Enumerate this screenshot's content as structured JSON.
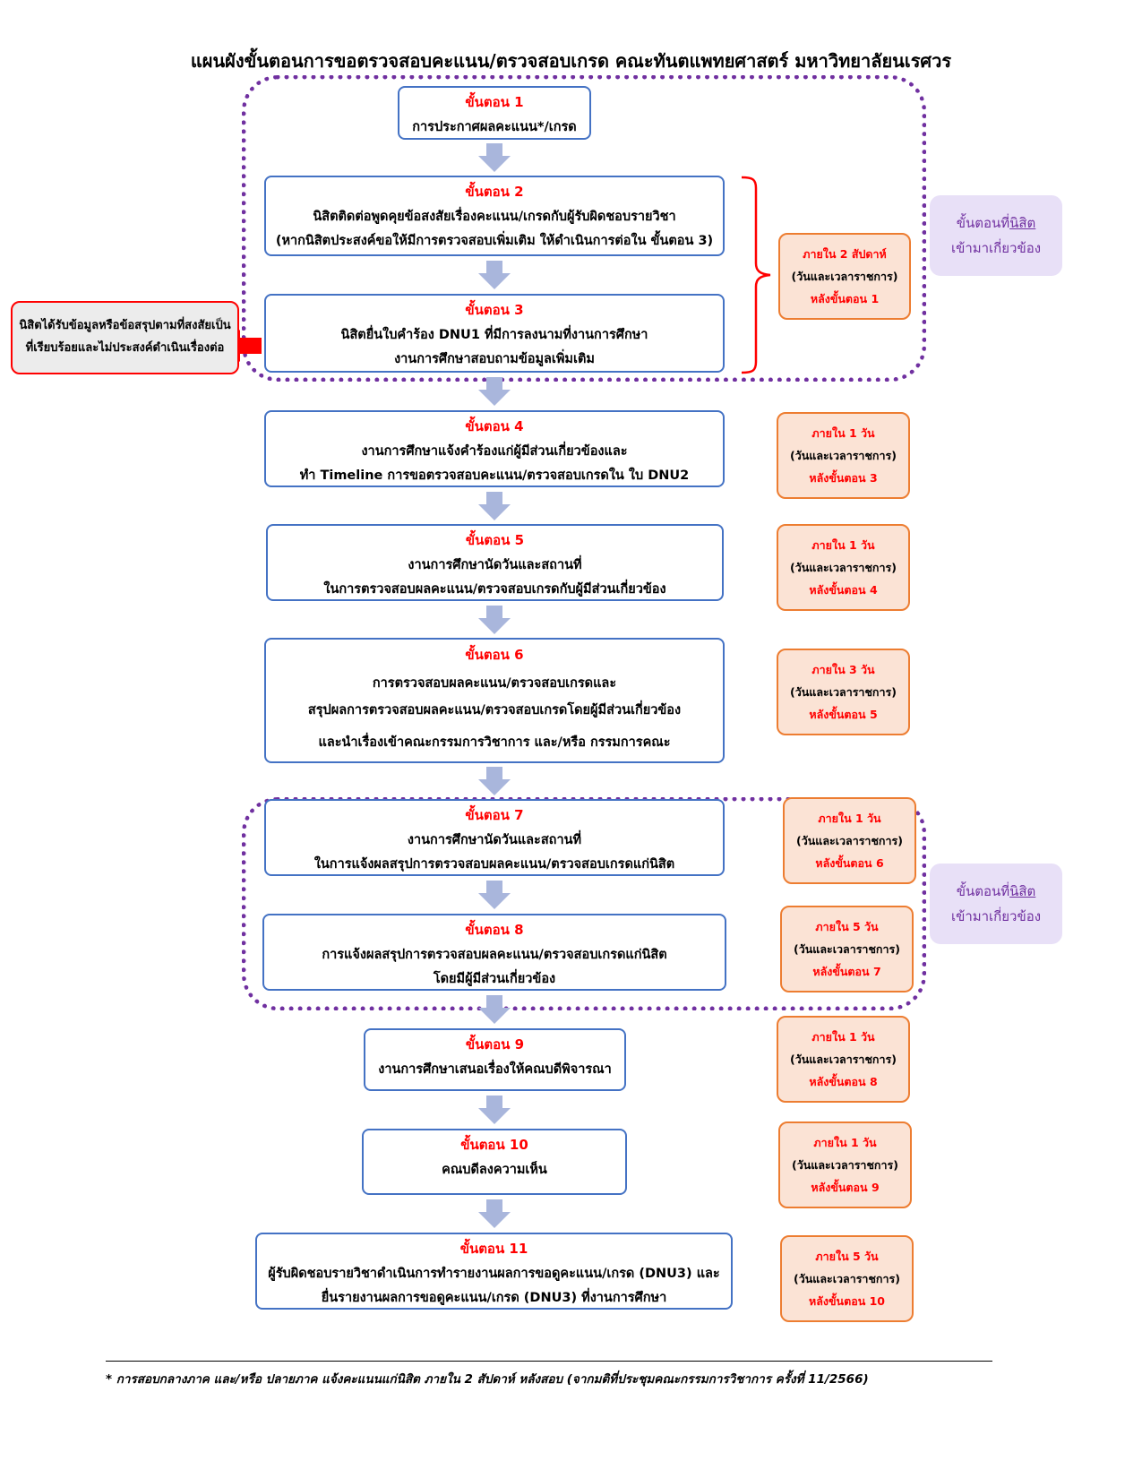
{
  "title": "แผนผังขั้นตอนการขอตรวจสอบคะแนน/ตรวจสอบเกรด คณะทันตแพทยศาสตร์ มหาวิทยาลัยนเรศวร",
  "steps": [
    {
      "label": "ขั้นตอน 1",
      "lines": [
        "การประกาศผลคะแนน*/เกรด"
      ]
    },
    {
      "label": "ขั้นตอน 2",
      "lines": [
        "นิสิตติดต่อพูดคุยข้อสงสัยเรื่องคะแนน/เกรดกับผู้รับผิดชอบรายวิชา",
        "(หากนิสิตประสงค์ขอให้มีการตรวจสอบเพิ่มเติม ให้ดำเนินการต่อใน ขั้นตอน 3)"
      ]
    },
    {
      "label": "ขั้นตอน 3",
      "lines": [
        "นิสิตยื่นใบคำร้อง DNU1 ที่มีการลงนามที่งานการศึกษา",
        "งานการศึกษาสอบถามข้อมูลเพิ่มเติม"
      ]
    },
    {
      "label": "ขั้นตอน 4",
      "lines": [
        "งานการศึกษาแจ้งคำร้องแก่ผู้มีส่วนเกี่ยวข้องและ",
        "ทำ Timeline การขอตรวจสอบคะแนน/ตรวจสอบเกรดใน ใบ DNU2"
      ]
    },
    {
      "label": "ขั้นตอน 5",
      "lines": [
        "งานการศึกษานัดวันและสถานที่",
        "ในการตรวจสอบผลคะแนน/ตรวจสอบเกรดกับผู้มีส่วนเกี่ยวข้อง"
      ]
    },
    {
      "label": "ขั้นตอน 6",
      "lines": [
        "การตรวจสอบผลคะแนน/ตรวจสอบเกรดและ",
        "สรุปผลการตรวจสอบผลคะแนน/ตรวจสอบเกรดโดยผู้มีส่วนเกี่ยวข้อง",
        "และนำเรื่องเข้าคณะกรรมการวิชาการ และ/หรือ กรรมการคณะ"
      ]
    },
    {
      "label": "ขั้นตอน 7",
      "lines": [
        "งานการศึกษานัดวันและสถานที่",
        "ในการแจ้งผลสรุปการตรวจสอบผลคะแนน/ตรวจสอบเกรดแก่นิสิต"
      ]
    },
    {
      "label": "ขั้นตอน 8",
      "lines": [
        "การแจ้งผลสรุปการตรวจสอบผลคะแนน/ตรวจสอบเกรดแก่นิสิต",
        "โดยมีผู้มีส่วนเกี่ยวข้อง"
      ]
    },
    {
      "label": "ขั้นตอน 9",
      "lines": [
        "งานการศึกษาเสนอเรื่องให้คณบดีพิจารณา"
      ]
    },
    {
      "label": "ขั้นตอน 10",
      "lines": [
        "คณบดีลงความเห็น"
      ]
    },
    {
      "label": "ขั้นตอน 11",
      "lines": [
        "ผู้รับผิดชอบรายวิชาดำเนินการทำรายงานผลการขอดูคะแนน/เกรด (DNU3) และ",
        "ยื่นรายงานผลการขอดูคะแนน/เกรด (DNU3) ที่งานการศึกษา"
      ]
    }
  ],
  "timeboxes": [
    {
      "within": "ภายใน 2 สัปดาห์",
      "note": "(วันและเวลาราชการ)",
      "after": "หลังขั้นตอน 1"
    },
    {
      "within": "ภายใน 1 วัน",
      "note": "(วันและเวลาราชการ)",
      "after": "หลังขั้นตอน 3"
    },
    {
      "within": "ภายใน 1 วัน",
      "note": "(วันและเวลาราชการ)",
      "after": "หลังขั้นตอน 4"
    },
    {
      "within": "ภายใน 3 วัน",
      "note": "(วันและเวลาราชการ)",
      "after": "หลังขั้นตอน 5"
    },
    {
      "within": "ภายใน 1 วัน",
      "note": "(วันและเวลาราชการ)",
      "after": "หลังขั้นตอน 6"
    },
    {
      "within": "ภายใน 5 วัน",
      "note": "(วันและเวลาราชการ)",
      "after": "หลังขั้นตอน 7"
    },
    {
      "within": "ภายใน 1 วัน",
      "note": "(วันและเวลาราชการ)",
      "after": "หลังขั้นตอน 8"
    },
    {
      "within": "ภายใน 1 วัน",
      "note": "(วันและเวลาราชการ)",
      "after": "หลังขั้นตอน 9"
    },
    {
      "within": "ภายใน 5 วัน",
      "note": "(วันและเวลาราชการ)",
      "after": "หลังขั้นตอน 10"
    }
  ],
  "student_involved": {
    "part1": "ขั้นตอนที่",
    "part2": "นิสิต",
    "line2": "เข้ามาเกี่ยวข้อง"
  },
  "exit_note": [
    "นิสิตได้รับข้อมูลหรือข้อสรุปตามที่สงสัยเป็น",
    "ที่เรียบร้อยและไม่ประสงค์ดำเนินเรื่องต่อ"
  ],
  "footnote": "* การสอบกลางภาค และ/หรือ ปลายภาค แจ้งคะแนนแก่นิสิต ภายใน 2 สัปดาห์ หลังสอบ (จากมติที่ประชุมคณะกรรมการวิชาการ ครั้งที่ 11/2566)",
  "colors": {
    "step_border": "#4472c4",
    "step_label": "#ff0000",
    "time_fill": "#fbe3d5",
    "time_border": "#ed7d31",
    "dotted": "#7030a0",
    "arrow": "#a9b6dc"
  }
}
